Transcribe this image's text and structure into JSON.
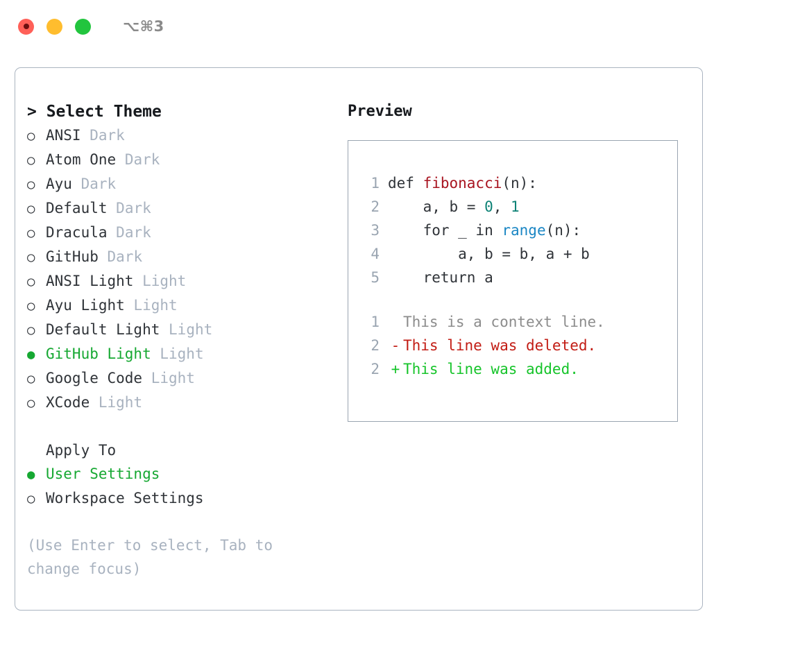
{
  "titlebar": {
    "shortcut": "⌥⌘3",
    "dots": [
      {
        "name": "close",
        "color": "#ff6058"
      },
      {
        "name": "minimize",
        "color": "#ffbd2e"
      },
      {
        "name": "maximize",
        "color": "#22c53e"
      }
    ]
  },
  "theme_panel": {
    "heading": "> Select Theme",
    "items": [
      {
        "marker": "○",
        "name": "ANSI",
        "variant": "Dark",
        "selected": false
      },
      {
        "marker": "○",
        "name": "Atom One",
        "variant": "Dark",
        "selected": false
      },
      {
        "marker": "○",
        "name": "Ayu",
        "variant": "Dark",
        "selected": false
      },
      {
        "marker": "○",
        "name": "Default",
        "variant": "Dark",
        "selected": false
      },
      {
        "marker": "○",
        "name": "Dracula",
        "variant": "Dark",
        "selected": false
      },
      {
        "marker": "○",
        "name": "GitHub",
        "variant": "Dark",
        "selected": false
      },
      {
        "marker": "○",
        "name": "ANSI Light",
        "variant": "Light",
        "selected": false
      },
      {
        "marker": "○",
        "name": "Ayu Light",
        "variant": "Light",
        "selected": false
      },
      {
        "marker": "○",
        "name": "Default Light",
        "variant": "Light",
        "selected": false
      },
      {
        "marker": "●",
        "name": "GitHub Light",
        "variant": "Light",
        "selected": true
      },
      {
        "marker": "○",
        "name": "Google Code",
        "variant": "Light",
        "selected": false
      },
      {
        "marker": "○",
        "name": "XCode",
        "variant": "Light",
        "selected": false
      }
    ]
  },
  "apply_to": {
    "heading": "Apply To",
    "options": [
      {
        "marker": "●",
        "label": "User Settings",
        "selected": true
      },
      {
        "marker": "○",
        "label": "Workspace Settings",
        "selected": false
      }
    ]
  },
  "hint": "(Use Enter to select, Tab to change focus)",
  "preview": {
    "heading": "Preview",
    "code_lines": [
      {
        "number": "1",
        "tokens": [
          {
            "text": "def ",
            "kind": "plain"
          },
          {
            "text": "fibonacci",
            "kind": "fn"
          },
          {
            "text": "(n):",
            "kind": "plain"
          }
        ]
      },
      {
        "number": "2",
        "tokens": [
          {
            "text": "    a, b = ",
            "kind": "plain"
          },
          {
            "text": "0",
            "kind": "num"
          },
          {
            "text": ", ",
            "kind": "plain"
          },
          {
            "text": "1",
            "kind": "num"
          }
        ]
      },
      {
        "number": "3",
        "tokens": [
          {
            "text": "    for _ in ",
            "kind": "plain"
          },
          {
            "text": "range",
            "kind": "call"
          },
          {
            "text": "(n):",
            "kind": "plain"
          }
        ]
      },
      {
        "number": "4",
        "tokens": [
          {
            "text": "        a, b = b, a + b",
            "kind": "plain"
          }
        ]
      },
      {
        "number": "5",
        "tokens": [
          {
            "text": "    return a",
            "kind": "plain"
          }
        ]
      }
    ],
    "diff_lines": [
      {
        "number": "1",
        "sign": " ",
        "text": "This is a context line.",
        "kind": "ctx"
      },
      {
        "number": "2",
        "sign": "-",
        "text": "This line was deleted.",
        "kind": "del"
      },
      {
        "number": "2",
        "sign": "+",
        "text": "This line was added.",
        "kind": "add"
      }
    ]
  },
  "colors": {
    "accent_green": "#16a832",
    "muted": "#a8b2bf",
    "border": "#9aa5b1",
    "frame_border": "#aab4c0",
    "fn": "#a81420",
    "num": "#0e8276",
    "call": "#1a86c4",
    "diff_add": "#16c42a",
    "diff_del": "#c21c14",
    "diff_ctx": "#8c8c8c"
  }
}
